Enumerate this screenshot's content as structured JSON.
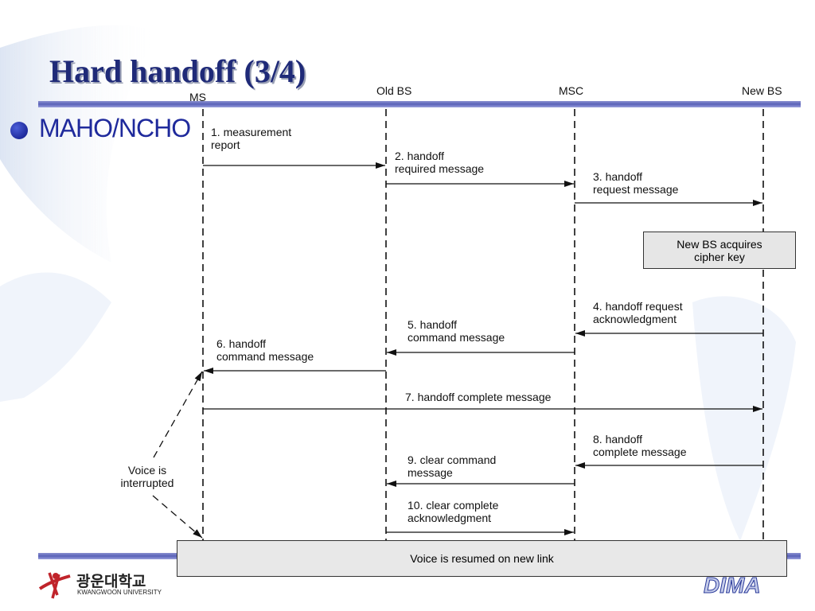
{
  "slide": {
    "title": "Hard handoff (3/4)",
    "bullet": "MAHO/NCHO"
  },
  "entities": {
    "ms": "MS",
    "old_bs": "Old BS",
    "msc": "MSC",
    "new_bs": "New BS"
  },
  "messages": [
    {
      "line1": "1. measurement",
      "line2": "report"
    },
    {
      "line1": "2. handoff",
      "line2": "required message"
    },
    {
      "line1": "3. handoff",
      "line2": "request message"
    },
    {
      "line1": "4. handoff request",
      "line2": "acknowledgment"
    },
    {
      "line1": "5. handoff",
      "line2": "command message"
    },
    {
      "line1": "6. handoff",
      "line2": "command message"
    },
    {
      "line1": "7. handoff complete message",
      "line2": ""
    },
    {
      "line1": "8. handoff",
      "line2": "complete message"
    },
    {
      "line1": "9. clear command",
      "line2": "message"
    },
    {
      "line1": "10. clear complete",
      "line2": "acknowledgment"
    }
  ],
  "boxes": {
    "cipher_line1": "New BS acquires",
    "cipher_line2": "cipher key",
    "voice_resumed": "Voice is resumed on new link"
  },
  "annotation": {
    "line1": "Voice is",
    "line2": "interrupted"
  },
  "footer": {
    "university_korean": "광운대학교",
    "university_english": "KWANGWOON UNIVERSITY",
    "brand": "DIMA"
  },
  "colors": {
    "title": "#1f2a78",
    "bullet": "#1f2a9c",
    "bar": "#5a62b8"
  }
}
